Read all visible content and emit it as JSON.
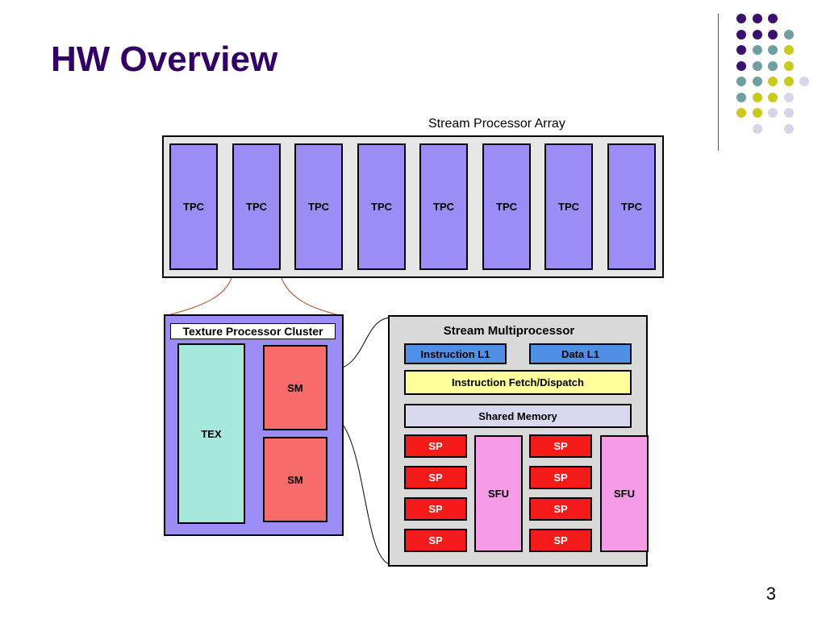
{
  "slide": {
    "title": "HW Overview",
    "page_number": "3"
  },
  "decoration": {
    "colors": {
      "purple": "#3b1070",
      "teal": "#6f9fa0",
      "yellow": "#c9c91e",
      "lavender": "#d6d6ea"
    }
  },
  "stream_processor_array": {
    "title": "Stream Processor Array",
    "tpcs": [
      "TPC",
      "TPC",
      "TPC",
      "TPC",
      "TPC",
      "TPC",
      "TPC",
      "TPC"
    ]
  },
  "texture_processor_cluster": {
    "title": "Texture Processor Cluster",
    "tex": "TEX",
    "sms": [
      "SM",
      "SM"
    ]
  },
  "stream_multiprocessor": {
    "title": "Stream Multiprocessor",
    "instruction_l1": "Instruction L1",
    "data_l1": "Data L1",
    "fetch_dispatch": "Instruction Fetch/Dispatch",
    "shared_memory": "Shared Memory",
    "sp_left": [
      "SP",
      "SP",
      "SP",
      "SP"
    ],
    "sp_right": [
      "SP",
      "SP",
      "SP",
      "SP"
    ],
    "sfu_left": "SFU",
    "sfu_right": "SFU"
  }
}
